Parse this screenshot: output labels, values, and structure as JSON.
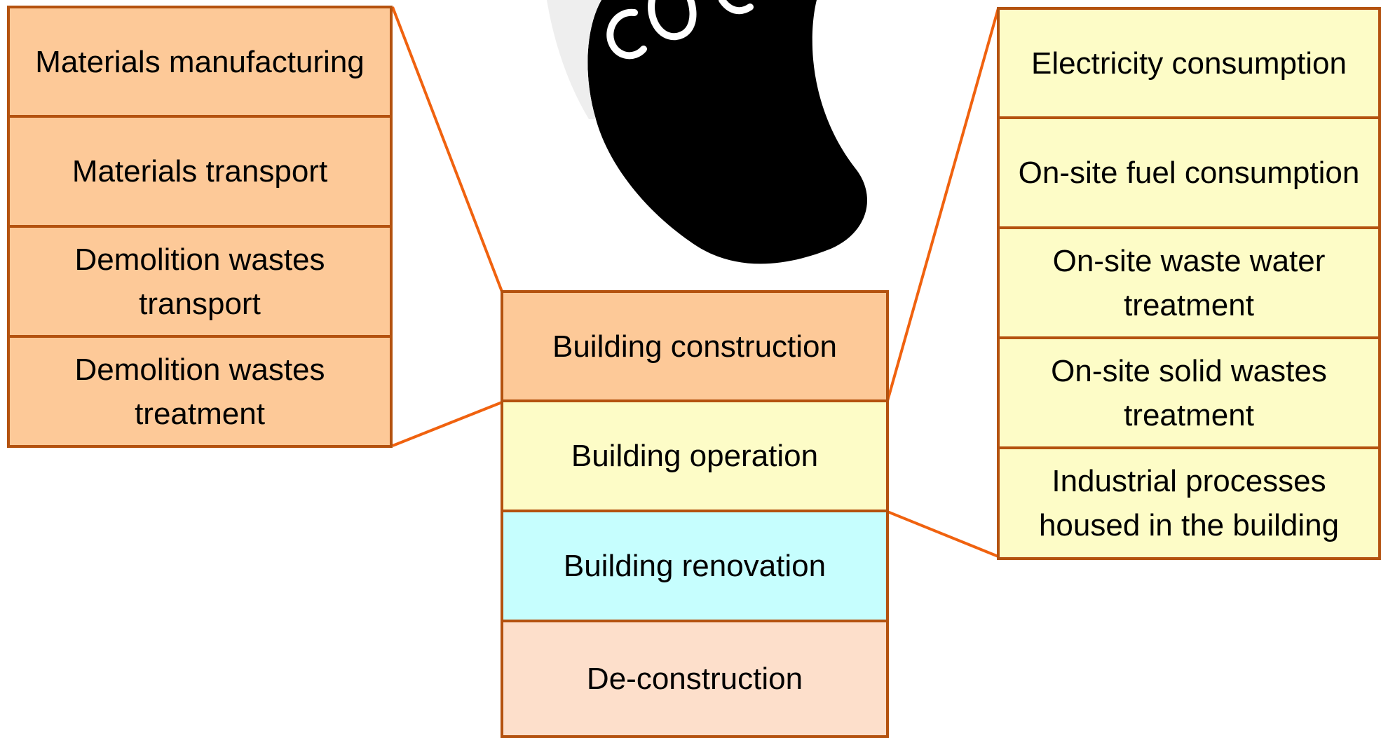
{
  "colors": {
    "construction": "#fdc998",
    "operation": "#fdfcc7",
    "renovation": "#c6fefe",
    "deconstruction": "#fddfcb",
    "border": "#b4520f",
    "connector": "#f0620f",
    "footprint": "#000000"
  },
  "footprint_image": {
    "icon": "footprint-co2-icon",
    "visible_letters": "CO"
  },
  "left_panel": {
    "items": [
      {
        "label": "Materials manufacturing"
      },
      {
        "label": "Materials transport"
      },
      {
        "label": "Demolition wastes transport"
      },
      {
        "label": "Demolition wastes treatment"
      }
    ]
  },
  "center_panel": {
    "items": [
      {
        "label": "Building construction",
        "color": "#fdc998"
      },
      {
        "label": "Building operation",
        "color": "#fdfcc7"
      },
      {
        "label": "Building renovation",
        "color": "#c6fefe"
      },
      {
        "label": "De-construction",
        "color": "#fddfcb"
      }
    ]
  },
  "right_panel": {
    "items": [
      {
        "label": "Electricity consumption"
      },
      {
        "label": "On-site fuel consumption"
      },
      {
        "label": "On-site waste water treatment"
      },
      {
        "label": "On-site solid wastes treatment"
      },
      {
        "label": "Industrial processes housed in the building"
      }
    ]
  }
}
